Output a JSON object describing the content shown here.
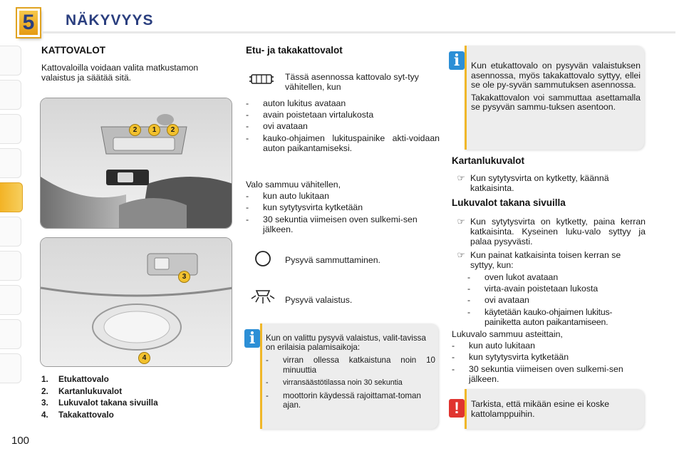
{
  "header": {
    "chapter": "5",
    "title": "NÄKYVYYS"
  },
  "page_number": "100",
  "kattovalot": {
    "heading": "KATTOVALOT",
    "intro": "Kattovaloilla voidaan valita matkustamon valaistus ja säätää sitä."
  },
  "photo_labels": {
    "top": [
      "2",
      "1",
      "2"
    ],
    "bottom": [
      "3",
      "4"
    ]
  },
  "legend": [
    {
      "num": "1.",
      "label": "Etukattovalo"
    },
    {
      "num": "2.",
      "label": "Kartanlukuvalot"
    },
    {
      "num": "3.",
      "label": "Lukuvalot takana sivuilla"
    },
    {
      "num": "4.",
      "label": "Takakattovalo"
    }
  ],
  "front_rear": {
    "heading": "Etu- ja takakattovalot",
    "icon1_text": "Tässä asennossa kattovalo syt-tyy vähitellen, kun",
    "list1": [
      "auton lukitus avataan",
      "avain poistetaan virtalukosta",
      "ovi avataan",
      "kauko-ohjaimen lukituspainike akti-voidaan auton paikantamiseksi."
    ],
    "fade_intro": "Valo sammuu vähitellen,",
    "list2": [
      "kun auto lukitaan",
      "kun sytytysvirta kytketään",
      "30 sekuntia viimeisen oven sulkemi-sen jälkeen."
    ],
    "icon2_text": "Pysyvä sammuttaminen.",
    "icon3_text": "Pysyvä valaistus."
  },
  "info_bottom": {
    "intro": "Kun on valittu pysyvä valaistus, valit-tavissa on erilaisia palamisaikoja:",
    "items": [
      "virran ollessa katkaistuna noin 10 minuuttia",
      "virransäästötilassa noin 30 sekuntia",
      "moottorin käydessä rajoittamat-toman ajan."
    ]
  },
  "info_top": {
    "p1": "Kun etukattovalo on pysyvän valaistuksen asennossa, myös takakattovalo syttyy, ellei se ole py-syvän sammutuksen asennossa.",
    "p2": "Takakattovalon voi sammuttaa asettamalla se pysyvän sammu-tuksen asentoon."
  },
  "map_lights": {
    "heading": "Kartanlukuvalot",
    "item": "Kun sytytysvirta on kytketty, käännä katkaisinta."
  },
  "rear_side": {
    "heading": "Lukuvalot takana sivuilla",
    "item1": "Kun sytytysvirta on kytketty, paina kerran katkaisinta. Kyseinen luku-valo syttyy ja palaa pysyvästi.",
    "item2": "Kun painat katkaisinta toisen kerran se syttyy, kun:",
    "sub": [
      "oven lukot avataan",
      "virta-avain poistetaan lukosta",
      "ovi avataan",
      "käytetään kauko-ohjaimen lukitus-painiketta auton paikantamiseen."
    ],
    "fade_intro": "Lukuvalo sammuu asteittain,",
    "list": [
      "kun auto lukitaan",
      "kun sytytysvirta kytketään",
      "30 sekuntia viimeisen oven sulkemi-sen jälkeen."
    ]
  },
  "warning": {
    "text": "Tarkista, että mikään esine ei koske kattolamppuihin."
  },
  "glyphs": {
    "dash": "-",
    "hand": "☞",
    "info": "i",
    "warn": "!"
  },
  "icons": [
    "door-courtesy-icon",
    "off-circle-icon",
    "permanent-light-icon"
  ],
  "colors": {
    "accent": "#f0b729",
    "title": "#2b3f7f",
    "info": "#2c8fd6",
    "warning": "#e0342f"
  }
}
